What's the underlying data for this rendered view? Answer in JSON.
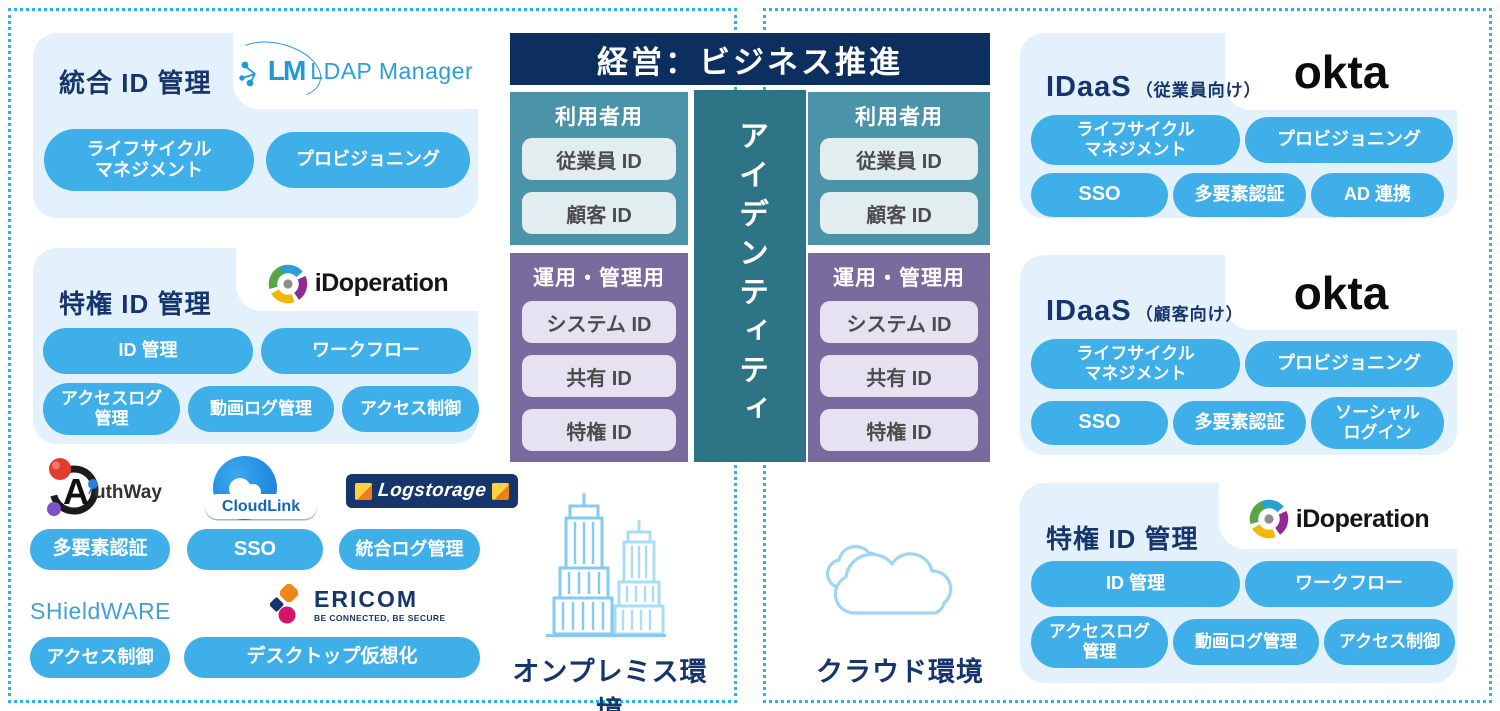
{
  "colors": {
    "tag_blue": "#3eafe8",
    "title_navy": "#16356d",
    "header_bg": "#0d2f5f",
    "teal_column": "#4a93a9",
    "teal_center": "#2d7487",
    "purple_column": "#7a6b9f",
    "dotted_border": "#2ab5ea",
    "card_bg": "#e2f1fc",
    "icon_light_blue": "#84caf3"
  },
  "left": {
    "integrated": {
      "title": "統合 ID 管理",
      "tags": [
        "ライフサイクル\nマネジメント",
        "プロビジョニング"
      ]
    },
    "privileged": {
      "title": "特権 ID 管理",
      "tags": [
        "ID 管理",
        "ワークフロー",
        "アクセスログ\n管理",
        "動画ログ管理",
        "アクセス制御"
      ]
    },
    "authway_tag": "多要素認証",
    "cloudlink_tag": "SSO",
    "logstorage_tag": "統合ログ管理",
    "shieldware_tag": "アクセス制御",
    "ericom_tag": "デスクトップ仮想化"
  },
  "center": {
    "header": "経営：ビジネス推進",
    "identity": "アイデンティティ",
    "user": {
      "title": "利用者用",
      "items": [
        "従業員 ID",
        "顧客 ID"
      ]
    },
    "ops": {
      "title": "運用・管理用",
      "items": [
        "システム ID",
        "共有 ID",
        "特権 ID"
      ]
    },
    "onprem_label": "オンプレミス環境",
    "cloud_label": "クラウド環境"
  },
  "right": {
    "idaas_employee": {
      "title": "IDaaS",
      "subtitle": "（従業員向け）",
      "tags": [
        "ライフサイクル\nマネジメント",
        "プロビジョニング",
        "SSO",
        "多要素認証",
        "AD 連携"
      ]
    },
    "idaas_customer": {
      "title": "IDaaS",
      "subtitle": "（顧客向け）",
      "tags": [
        "ライフサイクル\nマネジメント",
        "プロビジョニング",
        "SSO",
        "多要素認証",
        "ソーシャル\nログイン"
      ]
    },
    "privileged": {
      "title": "特権 ID 管理",
      "tags": [
        "ID 管理",
        "ワークフロー",
        "アクセスログ\n管理",
        "動画ログ管理",
        "アクセス制御"
      ]
    }
  },
  "logos": {
    "ldap_mark": "LM",
    "ldap": "LDAP Manager",
    "idoperation": "iDoperation",
    "okta": "okta",
    "authway_initial": "A",
    "authway_rest": "uthWay",
    "cloudlink": "CloudLink",
    "logstorage": "Logstorage",
    "shieldware": "SHieldWARE",
    "ericom": "ERICOM",
    "ericom_sub": "BE CONNECTED, BE SECURE"
  }
}
